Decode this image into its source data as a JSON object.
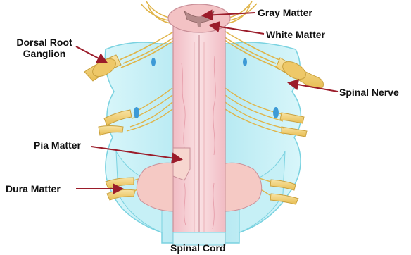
{
  "diagram": {
    "labels": {
      "gray_matter": "Gray Matter",
      "white_matter": "White Matter",
      "dorsal_root_ganglion_line1": "Dorsal Root",
      "dorsal_root_ganglion_line2": "Ganglion",
      "spinal_nerve": "Spinal Nerve",
      "pia_matter": "Pia Matter",
      "dura_matter": "Dura Matter",
      "spinal_cord": "Spinal Cord"
    },
    "colors": {
      "dura": "#bfeef5",
      "dura_edge": "#7ad2e0",
      "cord": "#f4c9cf",
      "cord_edge": "#c98f98",
      "pia": "#f7d6cf",
      "nerve": "#f2d27a",
      "nerve_edge": "#c9a13e",
      "gray_matter": "#b58a8a",
      "arrow": "#9b1c2a"
    }
  }
}
